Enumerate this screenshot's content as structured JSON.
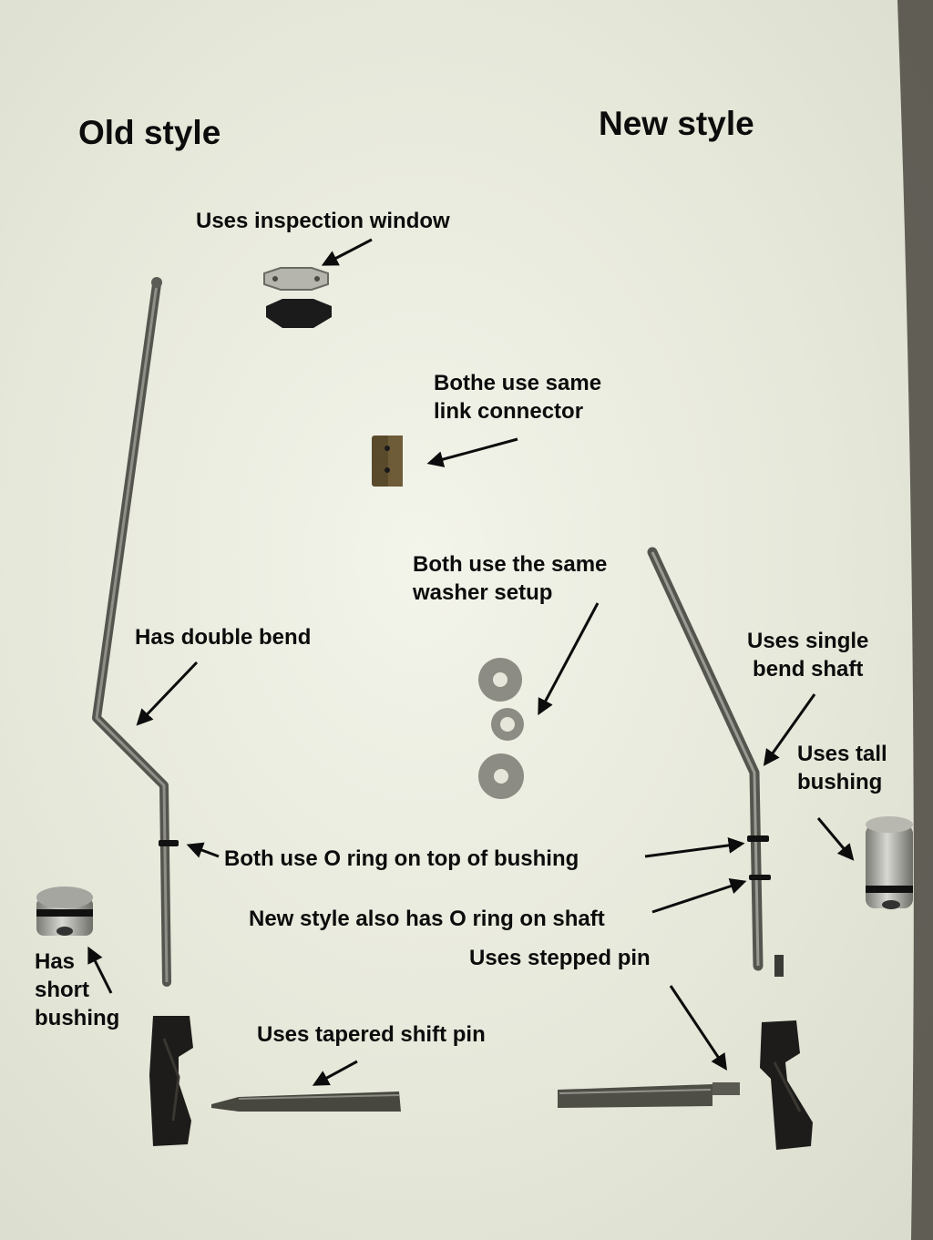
{
  "headings": {
    "old": "Old style",
    "new": "New style"
  },
  "labels": {
    "inspection_window": "Uses inspection window",
    "link_connector": [
      "Bothe use same",
      "link connector"
    ],
    "washer": [
      "Both use the same",
      "washer  setup"
    ],
    "double_bend": "Has double bend",
    "single_bend": [
      "Uses single",
      "bend shaft"
    ],
    "tall_bushing": [
      "Uses tall",
      "bushing"
    ],
    "o_ring_top": "Both use  O ring on top of bushing",
    "o_ring_shaft": "New style also has O ring on shaft",
    "short_bushing": [
      "Has",
      "short",
      "bushing"
    ],
    "stepped_pin": "Uses stepped pin",
    "tapered_pin": "Uses tapered shift pin"
  },
  "colors": {
    "background": "#e9eadd",
    "metal": "#6e6e68",
    "dark_metal": "#2a2622",
    "o_ring": "#111111"
  }
}
